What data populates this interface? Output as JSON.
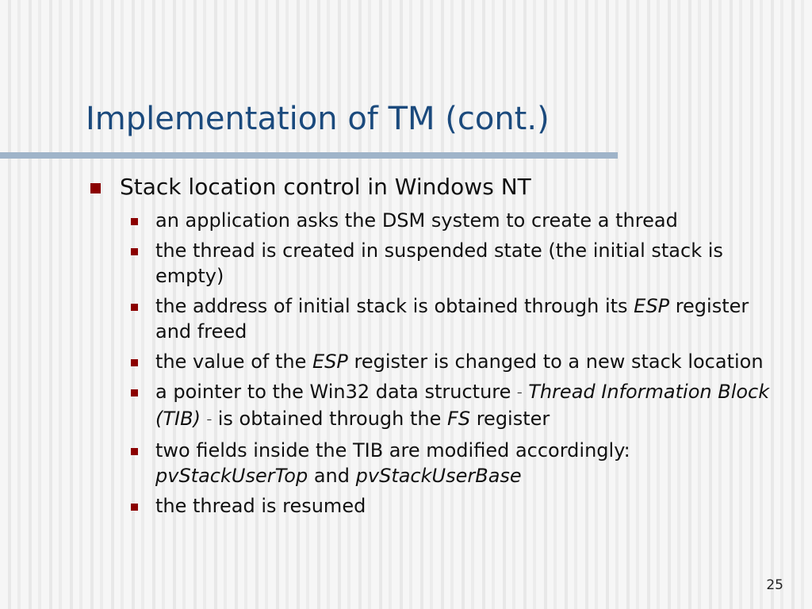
{
  "slide": {
    "title": "Implementation of TM (cont.)",
    "page_number": "25",
    "accent_color": "#1b4a7d",
    "bullet_color": "#8b0000"
  },
  "bullets": {
    "main": "Stack location control in Windows NT",
    "sub1": "an application asks the DSM system to create a thread",
    "sub2": "the thread is created in suspended state (the initial stack is empty)",
    "sub3": {
      "a": "the address of initial stack is obtained through its",
      "b": "ESP",
      "c": "register and freed"
    },
    "sub4": {
      "a": "the value of the",
      "b": "ESP",
      "c": "register is changed to a new stack location"
    },
    "sub5": {
      "a": "a pointer to the Win32 data structure",
      "dash": "–",
      "b": "Thread Information Block (TIB)",
      "c": "is obtained through the",
      "d": "FS",
      "e": "register"
    },
    "sub6": {
      "a": "two fields inside the TIB are modified accordingly:",
      "b": "pvStackUserTop",
      "c": "and",
      "d": "pvStackUserBase"
    },
    "sub7": "the thread is resumed"
  }
}
